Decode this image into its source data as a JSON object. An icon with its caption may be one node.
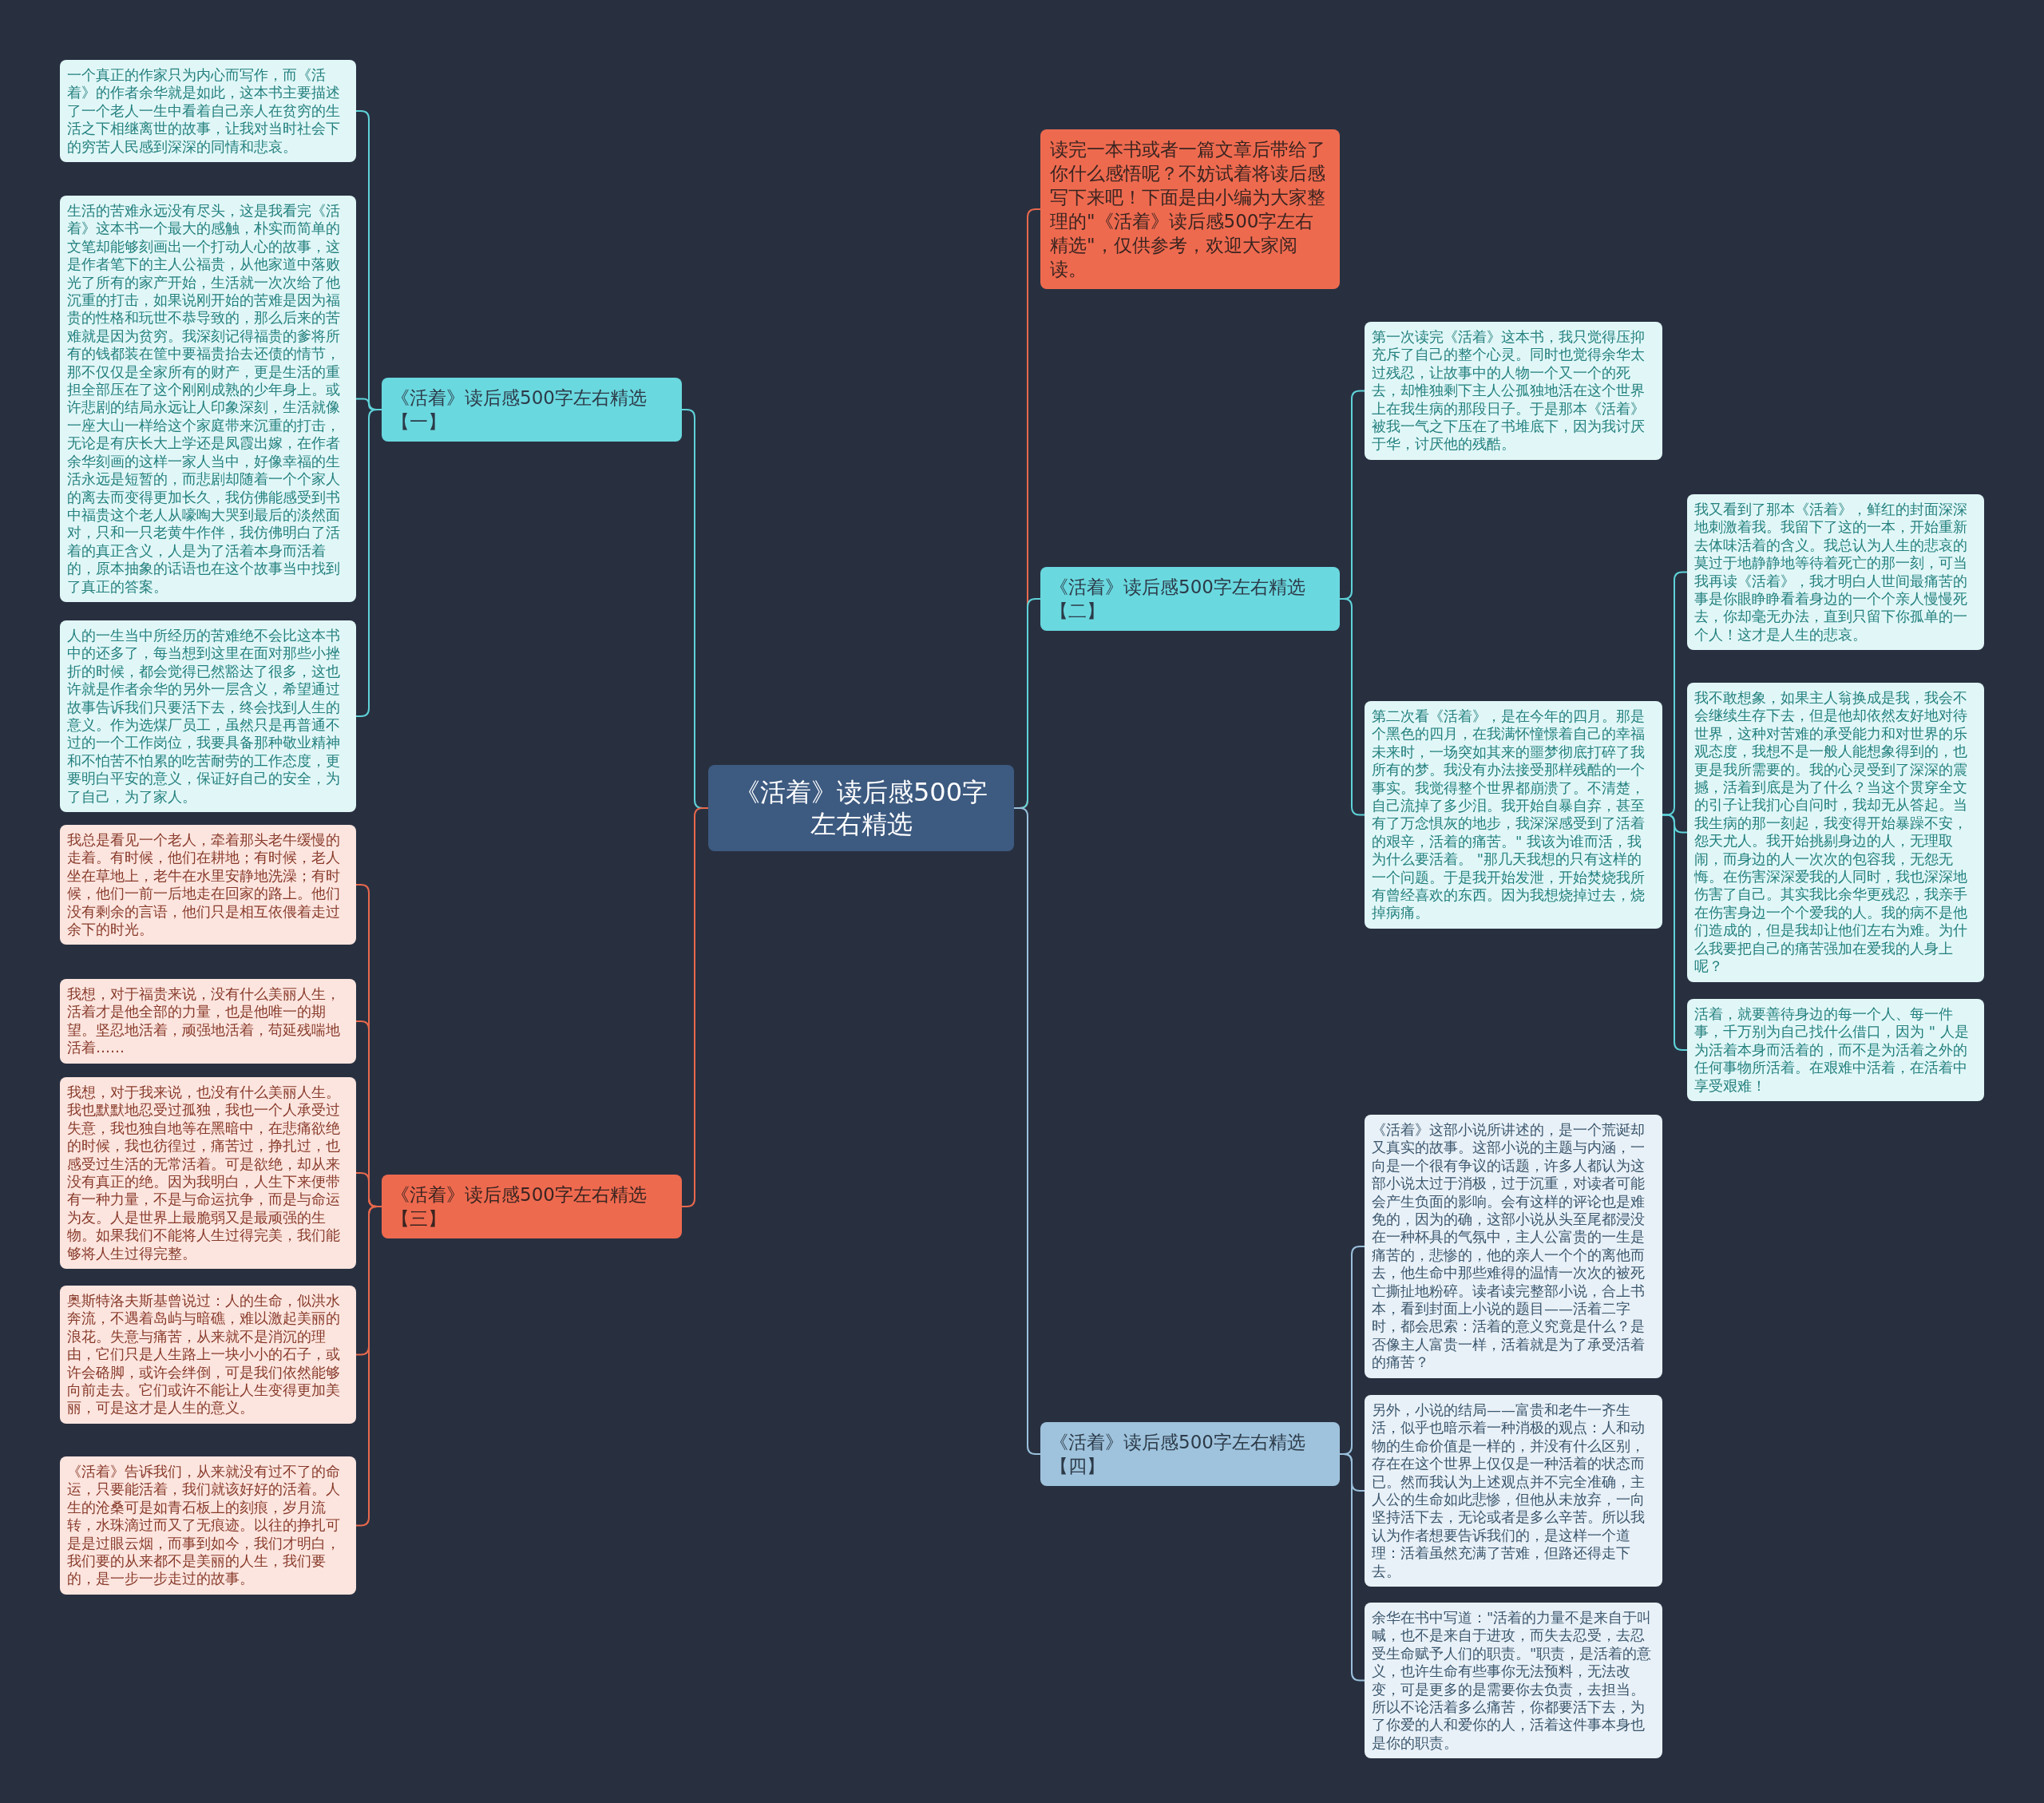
{
  "diagram": {
    "nodes": [
      {
        "text": [
          "《活着》读后感500字左右精选"
        ]
      },
      {
        "text": [
          "读完一本书或者一篇文章后带给了你什么感悟呢？不妨试着将读后感写下来吧！下面是由小编为大家整理的\"《活着》读后感500字左右精选\"，仅供参考，欢迎大家阅读。"
        ]
      },
      {
        "text": [
          "《活着》读后感500字左右精选【一】"
        ]
      },
      {
        "text": [
          "一个真正的作家只为内心而写作，而《活着》的作者余华就是如此，这本书主要描述了一个老人一生中看着自己亲人在贫穷的生活之下相继离世的故事，让我对当时社会下的穷苦人民感到深深的同情和悲哀。"
        ]
      },
      {
        "text": [
          "生活的苦难永远没有尽头，这是我看完《活着》这本书一个最大的感触，朴实而简单的文笔却能够刻画出一个打动人心的故事，这是作者笔下的主人公福贵，从他家道中落败光了所有的家产开始，生活就一次次给了他沉重的打击，如果说刚开始的苦难是因为福贵的性格和玩世不恭导致的，那么后来的苦难就是因为贫穷。我深刻记得福贵的爹将所有的钱都装在筐中要福贵抬去还债的情节，那不仅仅是全家所有的财产，更是生活的重担全部压在了这个刚刚成熟的少年身上。或许悲剧的结局永远让人印象深刻，生活就像一座大山一样给这个家庭带来沉重的打击，无论是有庆长大上学还是凤霞出嫁，在作者余华刻画的这样一家人当中，好像幸福的生活永远是短暂的，而悲剧却随着一个个家人的离去而变得更加长久，我仿佛能感受到书中福贵这个老人从嚎啕大哭到最后的淡然面对，只和一只老黄牛作伴，我仿佛明白了活着的真正含义，人是为了活着本身而活着的，原本抽象的话语也在这个故事当中找到了真正的答案。"
        ]
      },
      {
        "text": [
          "人的一生当中所经历的苦难绝不会比这本书中的还多了，每当想到这里在面对那些小挫折的时候，都会觉得已然豁达了很多，这也许就是作者余华的另外一层含义，希望通过故事告诉我们只要活下去，终会找到人生的意义。作为选煤厂员工，虽然只是再普通不过的一个工作岗位，我要具备那种敬业精神和不怕苦不怕累的吃苦耐劳的工作态度，更要明白平安的意义，保证好自己的安全，为了自己，为了家人。"
        ]
      },
      {
        "text": [
          "《活着》读后感500字左右精选【二】"
        ]
      },
      {
        "text": [
          "第一次读完《活着》这本书，我只觉得压抑充斥了自己的整个心灵。同时也觉得余华太过残忍，让故事中的人物一个又一个的死去，却惟独剩下主人公孤独地活在这个世界上在我生病的那段日子。于是那本《活着》被我一气之下压在了书堆底下，因为我讨厌于华，讨厌他的残酷。"
        ]
      },
      {
        "text": [
          "第二次看《活着》，是在今年的四月。那是个黑色的四月，在我满怀憧憬着自己的幸福未来时，一场突如其来的噩梦彻底打碎了我所有的梦。我没有办法接受那样残酷的一个事实。我觉得整个世界都崩溃了。不清楚，自己流掉了多少泪。我开始自暴自弃，甚至有了万念惧灰的地步，我深深感受到了活着的艰辛，活着的痛苦。\" 我该为谁而活，我为什么要活着。 \"那几天我想的只有这样的一个问题。于是我开始发泄，开始焚烧我所有曾经喜欢的东西。因为我想烧掉过去，烧掉病痛。"
        ]
      },
      {
        "text": [
          "我又看到了那本《活着》，鲜红的封面深深地刺激着我。我留下了这的一本，开始重新去体味活着的含义。我总认为人生的悲哀的莫过于地静静地等待着死亡的那一刻，可当我再读《活着》，我才明白人世间最痛苦的事是你眼睁睁看着身边的一个个亲人慢慢死去，你却毫无办法，直到只留下你孤单的一个人！这才是人生的悲哀。"
        ]
      },
      {
        "text": [
          "我不敢想象，如果主人翁换成是我，我会不会继续生存下去，但是他却依然友好地对待世界，这种对苦难的承受能力和对世界的乐观态度，我想不是一般人能想象得到的，也更是我所需要的。我的心灵受到了深深的震撼，活着到底是为了什么？当这个贯穿全文的引子让我扪心自问时，我却无从答起。当我生病的那一刻起，我变得开始暴躁不安，怨天尤人。我开始挑剔身边的人，无理取闹，而身边的人一次次的包容我，无怨无悔。在伤害深深爱我的人同时，我也深深地伤害了自己。其实我比余华更残忍，我亲手在伤害身边一个个爱我的人。我的病不是他们造成的，但是我却让他们左右为难。为什么我要把自己的痛苦强加在爱我的人身上呢？"
        ]
      },
      {
        "text": [
          "活着，就要善待身边的每一个人、每一件事，千万别为自己找什么借口，因为 \" 人是为活着本身而活着的，而不是为活着之外的任何事物所活着。在艰难中活着，在活着中享受艰难！"
        ]
      },
      {
        "text": [
          "《活着》读后感500字左右精选【三】"
        ]
      },
      {
        "text": [
          "我总是看见一个老人，牵着那头老牛缓慢的走着。有时候，他们在耕地；有时候，老人坐在草地上，老牛在水里安静地洗澡；有时候，他们一前一后地走在回家的路上。他们没有剩余的言语，他们只是相互依偎着走过余下的时光。"
        ]
      },
      {
        "text": [
          "我想，对于福贵来说，没有什么美丽人生，活着才是他全部的力量，也是他唯一的期望。坚忍地活着，顽强地活着，苟延残喘地活着……"
        ]
      },
      {
        "text": [
          "我想，对于我来说，也没有什么美丽人生。我也默默地忍受过孤独，我也一个人承受过失意，我也独自地等在黑暗中，在悲痛欲绝的时候，我也彷徨过，痛苦过，挣扎过，也感受过生活的无常活着。可是欲绝，却从来没有真正的绝。因为我明白，人生下来便带有一种力量，不是与命运抗争，而是与命运为友。人是世界上最脆弱又是最顽强的生物。如果我们不能将人生过得完美，我们能够将人生过得完整。"
        ]
      },
      {
        "text": [
          "奥斯特洛夫斯基曾说过：人的生命，似洪水奔流，不遇着岛屿与暗礁，难以激起美丽的浪花。失意与痛苦，从来就不是消沉的理由，它们只是人生路上一块小小的石子，或许会硌脚，或许会绊倒，可是我们依然能够向前走去。它们或许不能让人生变得更加美丽，可是这才是人生的意义。"
        ]
      },
      {
        "text": [
          "《活着》告诉我们，从来就没有过不了的命运，只要能活着，我们就该好好的活着。人生的沧桑可是如青石板上的刻痕，岁月流转，水珠滴过而又了无痕迹。以往的挣扎可是是过眼云烟，而事到如今，我们才明白，我们要的从来都不是美丽的人生，我们要的，是一步一步走过的故事。"
        ]
      },
      {
        "text": [
          "《活着》读后感500字左右精选【四】"
        ]
      },
      {
        "text": [
          "《活着》这部小说所讲述的，是一个荒诞却又真实的故事。这部小说的主题与内涵，一向是一个很有争议的话题，许多人都认为这部小说太过于消极，过于沉重，对读者可能会产生负面的影响。会有这样的评论也是难免的，因为的确，这部小说从头至尾都浸没在一种杯具的气氛中，主人公富贵的一生是痛苦的，悲惨的，他的亲人一个个的离他而去，他生命中那些难得的温情一次次的被死亡撕扯地粉碎。读者读完整部小说，合上书本，看到封面上小说的题目——活着二字时，都会思索：活着的意义究竟是什么？是否像主人富贵一样，活着就是为了承受活着的痛苦？"
        ]
      },
      {
        "text": [
          "另外，小说的结局——富贵和老牛一齐生活，似乎也暗示着一种消极的观点：人和动物的生命价值是一样的，并没有什么区别，存在在这个世界上仅仅是一种活着的状态而已。然而我认为上述观点并不完全准确，主人公的生命如此悲惨，但他从未放弃，一向坚持活下去，无论或者是多么辛苦。所以我认为作者想要告诉我们的，是这样一个道理：活着虽然充满了苦难，但路还得走下去。"
        ]
      },
      {
        "text": [
          "余华在书中写道：\"活着的力量不是来自于叫喊，也不是来自于进攻，而失去忍受，去忍受生命赋予人们的职责。\"职责，是活着的意义，也许生命有些事你无法预料，无法改变，可是更多的是需要你去负责，去担当。所以不论活着多么痛苦，你都要活下去，为了你爱的人和爱你的人，活着这件事本身也是你的职责。"
        ]
      }
    ],
    "edges": [
      {
        "from": 0,
        "to": 1,
        "arrow": "none",
        "color": "#e8684c"
      },
      {
        "from": 0,
        "to": 2,
        "arrow": "none"
      },
      {
        "from": 2,
        "to": 3,
        "arrow": "none"
      },
      {
        "from": 2,
        "to": 4,
        "arrow": "none"
      },
      {
        "from": 2,
        "to": 5,
        "arrow": "none"
      },
      {
        "from": 0,
        "to": 6,
        "arrow": "none"
      },
      {
        "from": 6,
        "to": 7,
        "arrow": "none"
      },
      {
        "from": 6,
        "to": 8,
        "arrow": "none"
      },
      {
        "from": 8,
        "to": 9,
        "arrow": "none"
      },
      {
        "from": 8,
        "to": 10,
        "arrow": "none"
      },
      {
        "from": 8,
        "to": 11,
        "arrow": "none"
      },
      {
        "from": 0,
        "to": 12,
        "arrow": "none",
        "color": "#e8684c"
      },
      {
        "from": 12,
        "to": 13,
        "arrow": "none",
        "color": "#e8684c"
      },
      {
        "from": 12,
        "to": 14,
        "arrow": "none",
        "color": "#e8684c"
      },
      {
        "from": 12,
        "to": 15,
        "arrow": "none",
        "color": "#e8684c"
      },
      {
        "from": 12,
        "to": 16,
        "arrow": "none",
        "color": "#e8684c"
      },
      {
        "from": 12,
        "to": 17,
        "arrow": "none",
        "color": "#e8684c"
      },
      {
        "from": 0,
        "to": 18,
        "arrow": "none",
        "color": "#9bc1dc"
      },
      {
        "from": 18,
        "to": 19,
        "arrow": "none",
        "color": "#9bc1dc"
      },
      {
        "from": 18,
        "to": 20,
        "arrow": "none",
        "color": "#9bc1dc"
      },
      {
        "from": 18,
        "to": 21,
        "arrow": "none",
        "color": "#9bc1dc"
      }
    ]
  }
}
